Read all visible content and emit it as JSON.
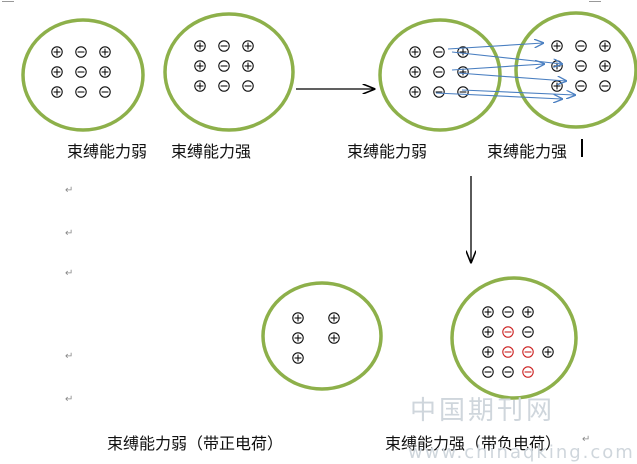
{
  "labels": {
    "top_weak_1": "束缚能力弱",
    "top_strong_1": "束缚能力强",
    "top_weak_2": "束缚能力弱",
    "top_strong_2": "束缚能力强",
    "bottom_weak": "束缚能力弱（带正电荷）",
    "bottom_strong": "束缚能力强（带负电荷）"
  },
  "paragraph_mark": "↵",
  "watermark": {
    "cn": "中国期刊网",
    "url": "www.chinaqking.com"
  },
  "colors": {
    "circle": "#8db04a",
    "charge": "#111111",
    "moved_charge": "#cc2222",
    "electron_arrow": "#4a7fc1",
    "flow_arrow": "#000000"
  },
  "symbols": {
    "positive": "⊕",
    "negative": "⊖"
  },
  "groups": [
    {
      "id": "A",
      "rows": [
        [
          "+",
          "-",
          "+"
        ],
        [
          "+",
          "-",
          "+"
        ],
        [
          "+",
          "-",
          "-"
        ]
      ],
      "red": []
    },
    {
      "id": "B",
      "rows": [
        [
          "+",
          "-",
          "+"
        ],
        [
          "+",
          "-",
          "+"
        ],
        [
          "+",
          "-",
          "-"
        ]
      ],
      "red": []
    },
    {
      "id": "C",
      "rows": [
        [
          "+",
          "-",
          "+"
        ],
        [
          "+",
          "-",
          "+"
        ],
        [
          "+",
          "-",
          "-"
        ]
      ],
      "red": []
    },
    {
      "id": "D",
      "rows": [
        [
          "+",
          "-",
          "+"
        ],
        [
          "+",
          "-",
          "+"
        ],
        [
          "+",
          "-",
          "-"
        ]
      ],
      "red": []
    },
    {
      "id": "E",
      "rows": [
        [
          "+",
          "+"
        ],
        [
          "+",
          "+"
        ],
        [
          "+"
        ]
      ],
      "red": []
    },
    {
      "id": "F",
      "rows": [
        [
          "+",
          "-",
          "+"
        ],
        [
          "+",
          "-",
          "-"
        ],
        [
          "+",
          "-",
          "-",
          "+"
        ],
        [
          "-",
          "-",
          "-"
        ]
      ],
      "red": [
        [
          1,
          1
        ],
        [
          2,
          1
        ],
        [
          2,
          2
        ],
        [
          3,
          2
        ]
      ]
    }
  ]
}
